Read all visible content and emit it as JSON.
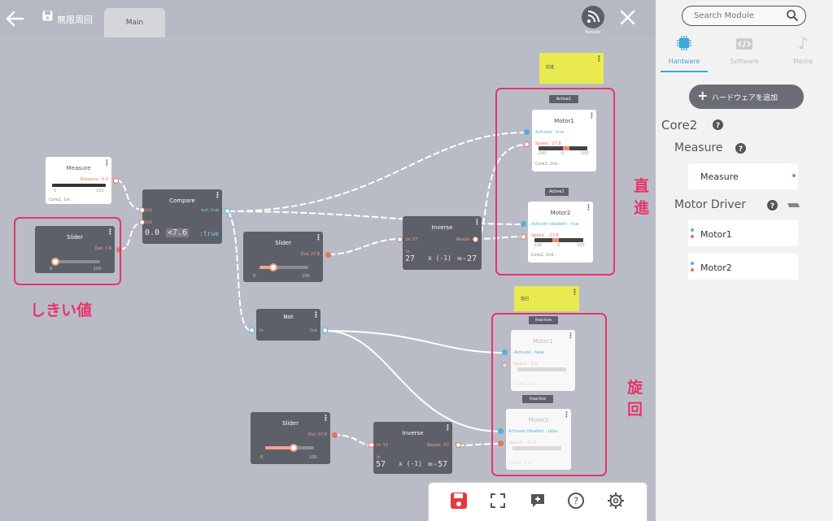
{
  "header": {
    "project_title": "無限周回",
    "tab_main": "Main",
    "remote_label": "Remote"
  },
  "nodes": {
    "measure": {
      "title": "Measure",
      "distance": "Distance : 0.0",
      "tick_min": "0",
      "tick_max": "100",
      "footer": "Core2, 1st :"
    },
    "slider1": {
      "title": "Slider",
      "out": "Out: 7.6",
      "tick_min": "0",
      "tick_max": "100",
      "level": 0.076
    },
    "compare": {
      "title": "Compare",
      "in1": "In1",
      "in2": "In2",
      "out": "out: true",
      "val1": "0.0",
      "op": "<7.6",
      "result": ":true"
    },
    "slider2": {
      "title": "Slider",
      "out": "Out: 27.8",
      "tick_min": "0",
      "tick_max": "100",
      "level": 0.278
    },
    "inverse1": {
      "title": "Inverse",
      "in": "In: 27",
      "result": "Result: -27",
      "in_short": "In",
      "val": "27",
      "formula": "x (-1)",
      "eq": "=-27"
    },
    "not": {
      "title": "Not",
      "in": "In",
      "out": "Out"
    },
    "slider3": {
      "title": "Slider",
      "out": "Out: 57.6",
      "tick_min": "0",
      "tick_max": "100",
      "level": 0.576
    },
    "inverse2": {
      "title": "Inverse",
      "in": "In: 57",
      "result": "Result: -57",
      "in_short": "In",
      "val": "57",
      "formula": "x (-1)",
      "eq": "=-57"
    },
    "motor1a": {
      "title": "Motor1",
      "tag": "Active1",
      "activate": "Activate : true",
      "speed": "Speed : 27.8",
      "tmin": "-100",
      "tmid": "0",
      "tmax": "100",
      "footer": "Core2, 2nd :",
      "level": 0.278
    },
    "motor2a": {
      "title": "Motor2",
      "tag": "Active1",
      "activate": "Activate (disable) : true",
      "speed": "Speed : -27.8",
      "tmin": "-100",
      "tmid": "0",
      "tmax": "100",
      "footer": "Core2, 2nd :",
      "level": -0.278
    },
    "motor1b": {
      "title": "Motor1",
      "tag": "Inactive",
      "activate": "Activate : false",
      "speed": "Speed : 0.0",
      "footer": "Core2, 2nd :"
    },
    "motor2b": {
      "title": "Motor2",
      "tag": "Inactive",
      "activate": "Activate (disable) : false",
      "speed": "Speed : -57.6",
      "footer": "Core2, 2nd :"
    }
  },
  "stickies": {
    "top": "前進",
    "bottom": "旋回"
  },
  "annotations": {
    "threshold": "しきい値",
    "straight": "直進",
    "turn": "旋回"
  },
  "sidebar": {
    "search_placeholder": "Search Module",
    "tabs": [
      "Hardware",
      "Software",
      "Media"
    ],
    "add_button": "ハードウェアを追加",
    "core_label": "Core2",
    "measure_label": "Measure",
    "measure_item": "Measure",
    "motor_driver_label": "Motor Driver",
    "motor1_item": "Motor1",
    "motor2_item": "Motor2"
  },
  "colors": {
    "accent_red": "#e6356b",
    "port_orange": "#e5735d",
    "port_blue": "#4fb0e1",
    "sticky_yellow": "#e8ea50",
    "hardware_tab": "#3aa8d8"
  },
  "icons": [
    "back-arrow-icon",
    "save-icon",
    "rss-remote-icon",
    "close-icon",
    "search-icon",
    "chip-icon",
    "code-icon",
    "music-note-icon",
    "help-icon",
    "battery-icon",
    "fullscreen-icon",
    "comment-add-icon",
    "question-icon",
    "gear-icon"
  ]
}
